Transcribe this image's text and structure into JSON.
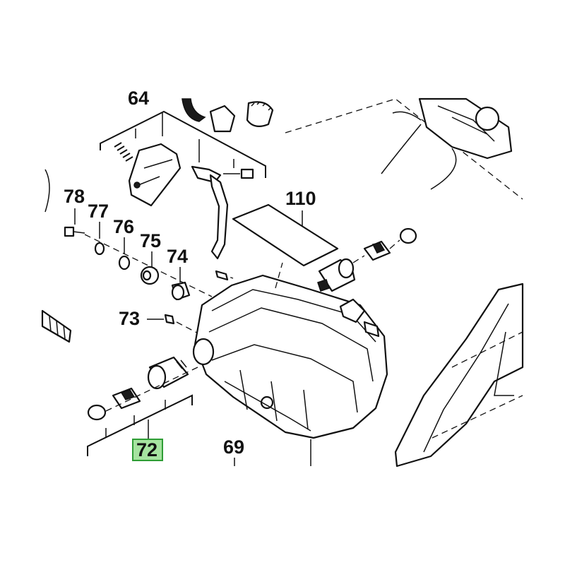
{
  "labels": {
    "p64": "64",
    "p78": "78",
    "p77": "77",
    "p76": "76",
    "p75": "75",
    "p74": "74",
    "p73": "73",
    "p72": "72",
    "p69": "69",
    "p110": "110"
  },
  "colors": {
    "highlight_fill": "#a6e3a0",
    "highlight_stroke": "#2e9d35",
    "ink": "#111111"
  }
}
